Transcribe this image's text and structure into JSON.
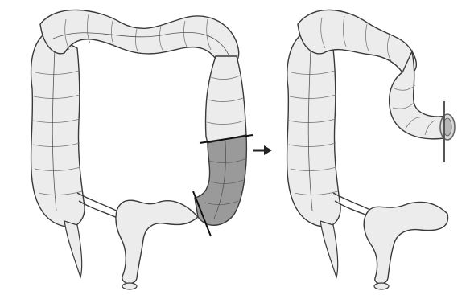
{
  "figure": {
    "panels": [
      {
        "id": "before",
        "shows": "full-colon-with-resection-segment",
        "shaded_segment": "sigmoid-colon"
      },
      {
        "id": "after",
        "shows": "colostomy-with-residual-rectum"
      }
    ],
    "arrow_direction": "right"
  },
  "colors": {
    "outline": "#3a3a3a",
    "fill": "#ececec",
    "fill_shadow": "#d9d9d9",
    "resected": "#9a9a9a",
    "cut_line": "#111111",
    "stoma_ring": "#666666"
  },
  "icons": {
    "arrow": "right-arrow-icon",
    "stoma": "stoma-clamp-icon"
  }
}
